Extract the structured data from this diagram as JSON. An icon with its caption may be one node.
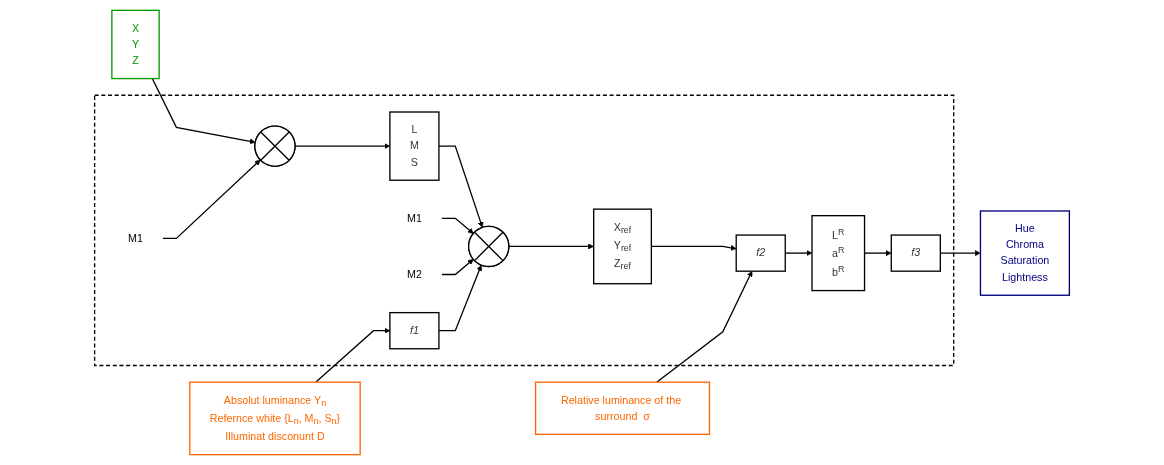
{
  "diagram": {
    "nodes": [
      {
        "text": [
          "X",
          "Y",
          "Z"
        ]
      },
      {
        "text": [],
        "shape": "box"
      },
      {
        "text": [
          "M1"
        ],
        "in": 1
      },
      {
        "text": [],
        "shape": "circle",
        "in": 1
      },
      {
        "text": [
          "L",
          "M",
          "S"
        ],
        "in": 1
      },
      {
        "text": [
          "M1"
        ],
        "in": 1
      },
      {
        "text": [
          "M2"
        ],
        "in": 1
      },
      {
        "text": [],
        "shape": "circle",
        "in": 1
      },
      {
        "text": [
          "f1"
        ],
        "in": 1
      },
      {
        "text": [
          "X$_{ref}$",
          "Y$_{ref}$",
          "Z$_{ref}$"
        ],
        "in": 1
      },
      {
        "text": [
          "f2"
        ],
        "in": 1
      },
      {
        "text": [
          "L$^{R}$",
          "a$^{R}$",
          "b$^{R}$"
        ],
        "in": 1
      },
      {
        "text": [
          "f3"
        ],
        "in": 1
      },
      {
        "text": [
          "Hue",
          "Chroma",
          "Saturation",
          "Lightness"
        ]
      },
      {
        "text": [
          "Absolut luminance Y$_{n}$",
          "Refernce white {L$_{n}$, M$_{n}$, S$_{n}$}",
          "Illuminat disconunt  D"
        ]
      },
      {
        "text": [
          "Relative luminance of the surround  σ"
        ]
      }
    ],
    "edges": [
      {
        "from": 0,
        "to": 3,
        "arrow": "to"
      },
      {
        "from": 2,
        "to": 3,
        "arrow": "to"
      },
      {
        "from": 3,
        "to": 4,
        "arrow": "to"
      },
      {
        "from": 4,
        "to": 7,
        "arrow": "to"
      },
      {
        "from": 5,
        "to": 7,
        "arrow": "to"
      },
      {
        "from": 6,
        "to": 7,
        "arrow": "to"
      },
      {
        "from": 8,
        "to": 7,
        "arrow": "to"
      },
      {
        "from": 7,
        "to": 9,
        "arrow": "to"
      },
      {
        "from": 9,
        "to": 10,
        "arrow": "to"
      },
      {
        "from": 10,
        "to": 11,
        "arrow": "to"
      },
      {
        "from": 11,
        "to": 12,
        "arrow": "to"
      },
      {
        "from": 12,
        "to": 13,
        "arrow": "to"
      },
      {
        "from": 14,
        "to": 8,
        "arrow": "to"
      },
      {
        "from": 15,
        "to": 10,
        "arrow": "to"
      }
    ]
  }
}
